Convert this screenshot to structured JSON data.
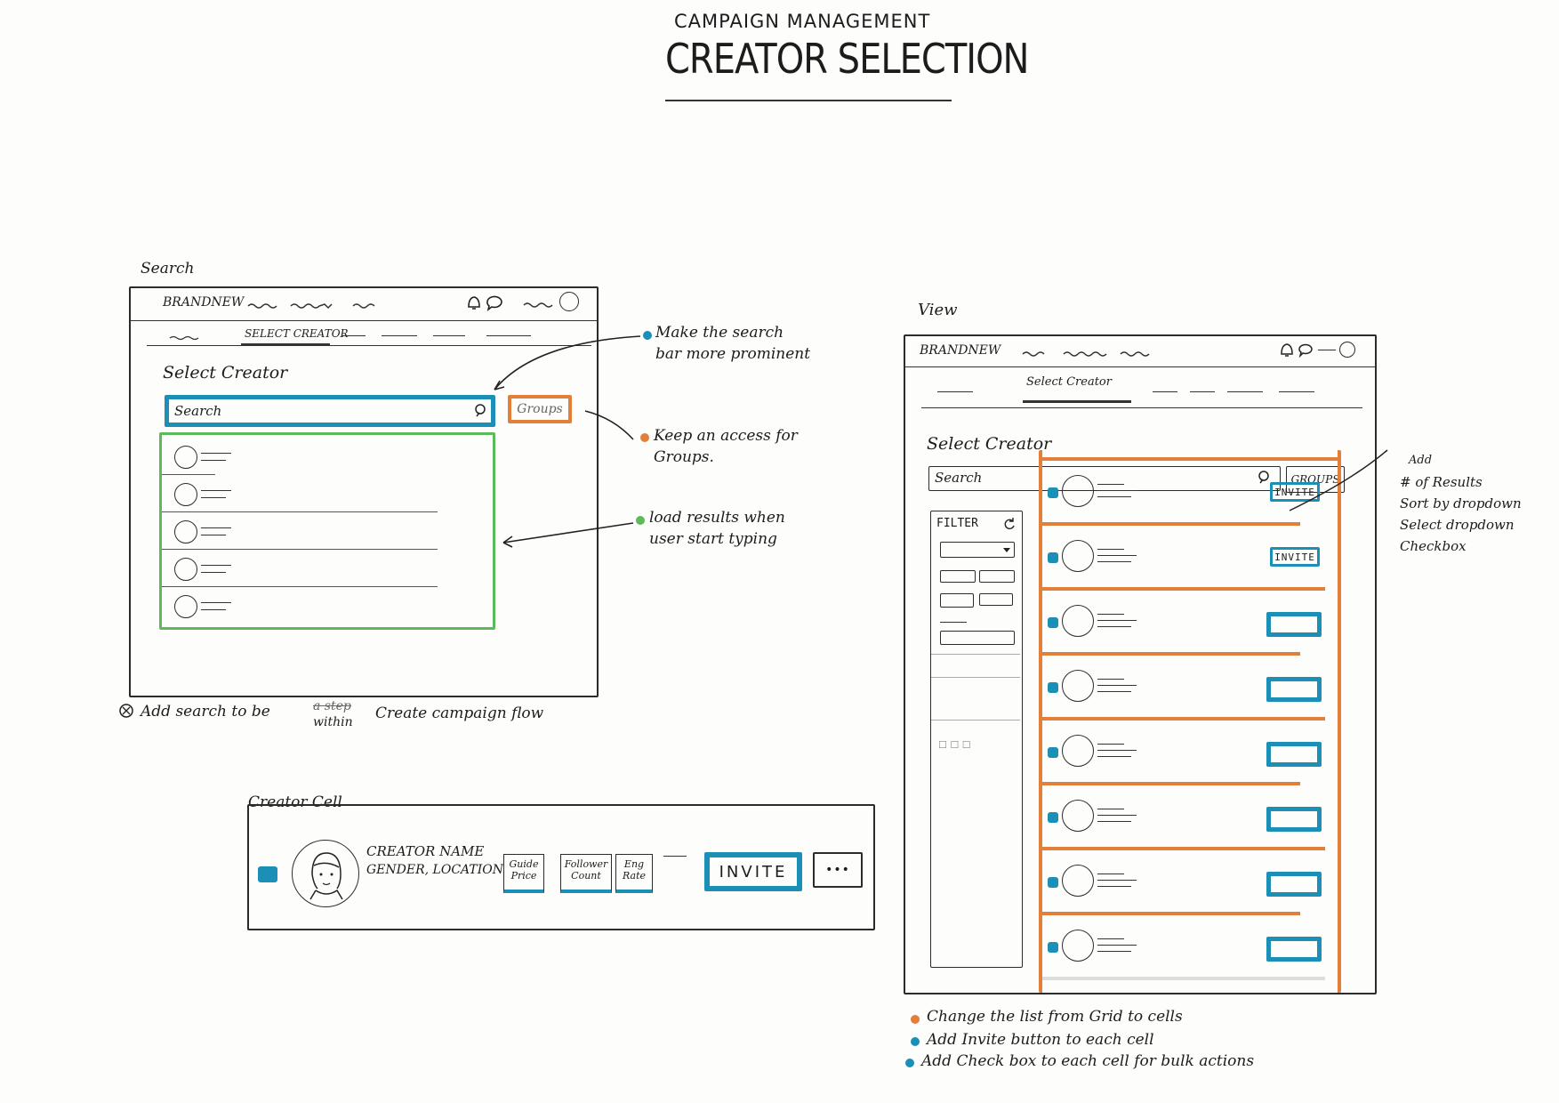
{
  "header": {
    "kicker": "CAMPAIGN MANAGEMENT",
    "title": "CREATOR SELECTION"
  },
  "search_frame": {
    "frame_label": "Search",
    "brand": "BRANDNEW",
    "active_tab": "SELECT CREATOR",
    "page_title": "Select Creator",
    "search_placeholder": "Search",
    "groups_button": "Groups",
    "result_rows": 5,
    "footnote_line1": "Add search to be",
    "footnote_struck": "a step",
    "footnote_within": "within",
    "footnote_line2": "Create campaign flow"
  },
  "search_notes": [
    {
      "text": "Make the search\nbar more prominent",
      "color": "#1b8fb5"
    },
    {
      "text": "Keep an access for\nGroups.",
      "color": "#e2803b"
    },
    {
      "text": "load results when\nuser start typing",
      "color": "#5cba5a"
    }
  ],
  "creator_cell": {
    "frame_label": "Creator Cell",
    "name": "CREATOR NAME",
    "meta": "GENDER, LOCATION",
    "metrics": [
      {
        "label": "Guide\nPrice"
      },
      {
        "label": "Follower\nCount"
      },
      {
        "label": "Eng\nRate"
      }
    ],
    "invite": "INVITE",
    "more": "•••"
  },
  "view_frame": {
    "frame_label": "View",
    "brand": "BRANDNEW",
    "active_tab": "Select Creator",
    "page_title": "Select Creator",
    "search_placeholder": "Search",
    "groups_button": "GROUPS",
    "filter_label": "FILTER",
    "invite_label": "INVITE",
    "cells": 8
  },
  "view_side_note": {
    "lines": [
      "Add",
      "# of Results",
      "Sort by dropdown",
      "Select dropdown",
      "Checkbox"
    ]
  },
  "view_notes": [
    {
      "text": "Change the list from Grid to cells",
      "color": "#e2803b"
    },
    {
      "text": "Add Invite button to each cell",
      "color": "#1b8fb5"
    },
    {
      "text": "Add Check box to each cell for bulk actions",
      "color": "#1b8fb5"
    }
  ]
}
